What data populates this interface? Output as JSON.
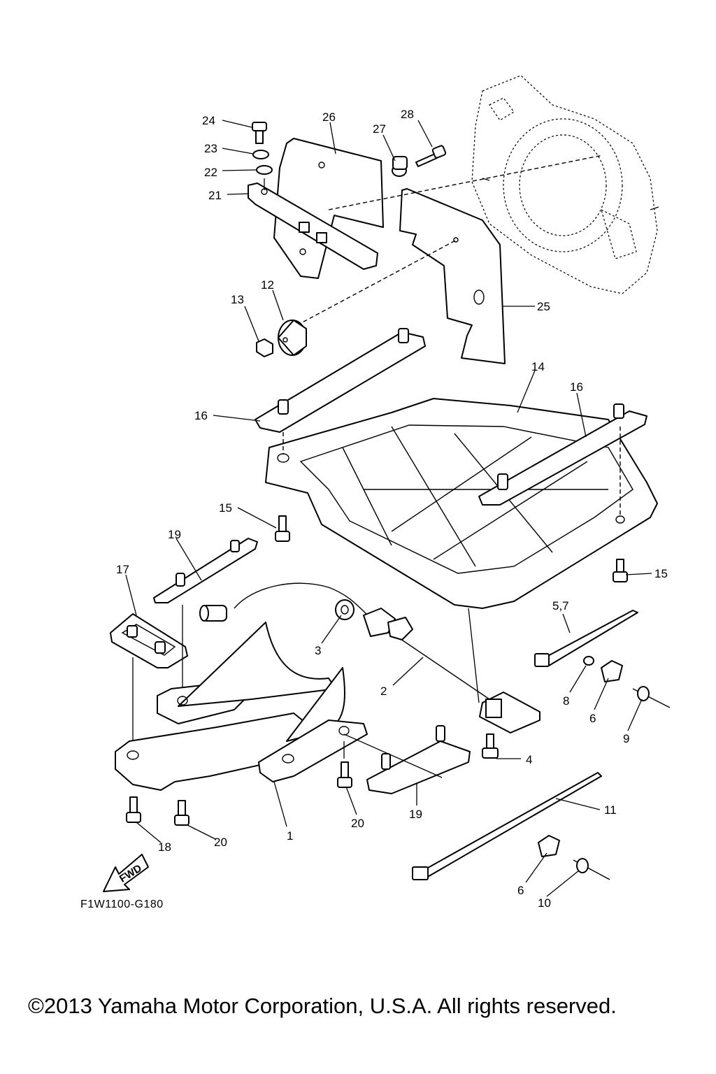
{
  "callouts": [
    {
      "id": "24",
      "text": "24"
    },
    {
      "id": "26",
      "text": "26"
    },
    {
      "id": "28",
      "text": "28"
    },
    {
      "id": "27",
      "text": "27"
    },
    {
      "id": "23",
      "text": "23"
    },
    {
      "id": "22",
      "text": "22"
    },
    {
      "id": "21",
      "text": "21"
    },
    {
      "id": "12",
      "text": "12"
    },
    {
      "id": "13",
      "text": "13"
    },
    {
      "id": "25",
      "text": "25"
    },
    {
      "id": "14",
      "text": "14"
    },
    {
      "id": "16a",
      "text": "16"
    },
    {
      "id": "16b",
      "text": "16"
    },
    {
      "id": "15a",
      "text": "15"
    },
    {
      "id": "15b",
      "text": "15"
    },
    {
      "id": "19a",
      "text": "19"
    },
    {
      "id": "17",
      "text": "17"
    },
    {
      "id": "3",
      "text": "3"
    },
    {
      "id": "5_7",
      "text": "5,7"
    },
    {
      "id": "2",
      "text": "2"
    },
    {
      "id": "8",
      "text": "8"
    },
    {
      "id": "6a",
      "text": "6"
    },
    {
      "id": "9",
      "text": "9"
    },
    {
      "id": "4",
      "text": "4"
    },
    {
      "id": "11",
      "text": "11"
    },
    {
      "id": "19b",
      "text": "19"
    },
    {
      "id": "20a",
      "text": "20"
    },
    {
      "id": "1",
      "text": "1"
    },
    {
      "id": "18",
      "text": "18"
    },
    {
      "id": "20b",
      "text": "20"
    },
    {
      "id": "6b",
      "text": "6"
    },
    {
      "id": "10",
      "text": "10"
    }
  ],
  "fwd_label": "FWD",
  "drawing_code": "F1W1100-G180",
  "copyright": "©2013 Yamaha Motor Corporation, U.S.A. All rights reserved."
}
